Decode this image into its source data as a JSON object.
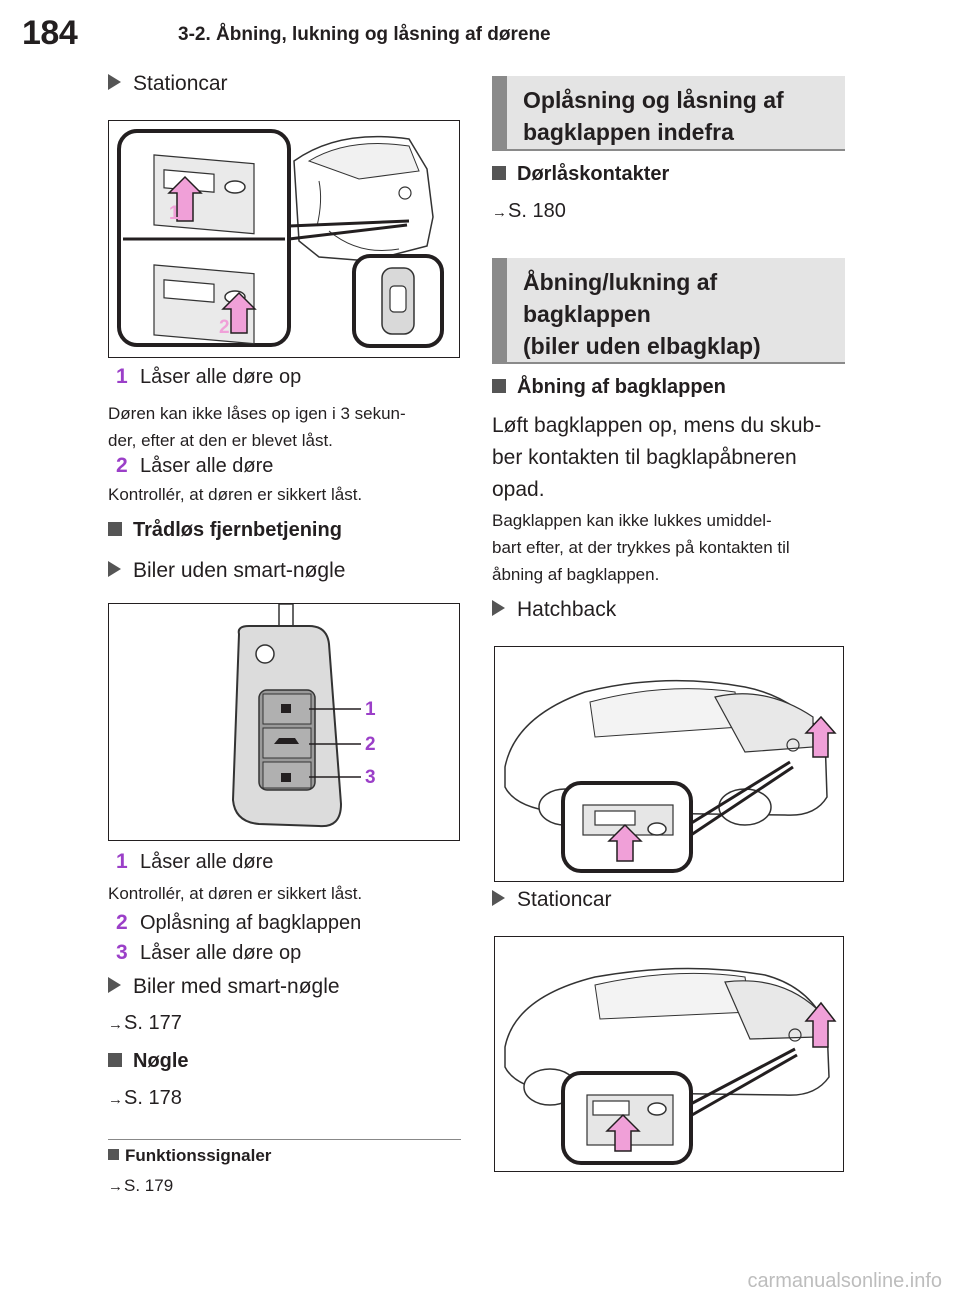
{
  "header": {
    "page_number": "184",
    "section_title": "3-2. Åbning, lukning og låsning af dørene"
  },
  "left": {
    "stationcar_1": "Stationcar",
    "fig1_labels": [
      "1",
      "2"
    ],
    "item1": {
      "num": "1",
      "text": "Låser alle døre op"
    },
    "note1_line1": "Døren kan ikke låses op igen i 3 sekun-",
    "note1_line2": "der, efter at den er blevet låst.",
    "item2": {
      "num": "2",
      "text": "Låser alle døre"
    },
    "note2": "Kontrollér, at døren er sikkert låst.",
    "h_remote": "Trådløs fjernbetjening",
    "sub_no_smart": "Biler uden smart-nøgle",
    "fig2_labels": [
      "1",
      "2",
      "3"
    ],
    "r_item1": {
      "num": "1",
      "text": "Låser alle døre"
    },
    "r_note1": "Kontrollér, at døren er sikkert låst.",
    "r_item2": {
      "num": "2",
      "text": "Oplåsning af bagklappen"
    },
    "r_item3": {
      "num": "3",
      "text": "Låser alle døre op"
    },
    "sub_smart": "Biler med smart-nøgle",
    "ref_177": "S. 177",
    "h_key": "Nøgle",
    "ref_178": "S. 178",
    "h_signals": "Funktionssignaler",
    "ref_179": "S. 179"
  },
  "right": {
    "box1_line1": "Oplåsning og låsning af",
    "box1_line2": "bagklappen indefra",
    "h_door_switch": "Dørlåskontakter",
    "ref_180": "S. 180",
    "box2_line1": "Åbning/lukning af",
    "box2_line2": "bagklappen",
    "box2_line3": "(biler uden elbagklap)",
    "h_opening": "Åbning af bagklappen",
    "body1": "Løft bagklappen op, mens du skub-",
    "body2": "ber kontakten til bagklapåbneren",
    "body3": "opad.",
    "note_line1": "Bagklappen kan ikke lukkes umiddel-",
    "note_line2": "bart efter, at der trykkes på kontakten til",
    "note_line3": "åbning af bagklappen.",
    "sub_hatch": "Hatchback",
    "sub_station": "Stationcar"
  },
  "colors": {
    "accent_purple": "#9b3fc8",
    "pink_arrow": "#f0a0d8",
    "box_gray": "#e4e4e4",
    "box_bar": "#8a8a8a"
  },
  "watermark": "carmanualsonline.info"
}
